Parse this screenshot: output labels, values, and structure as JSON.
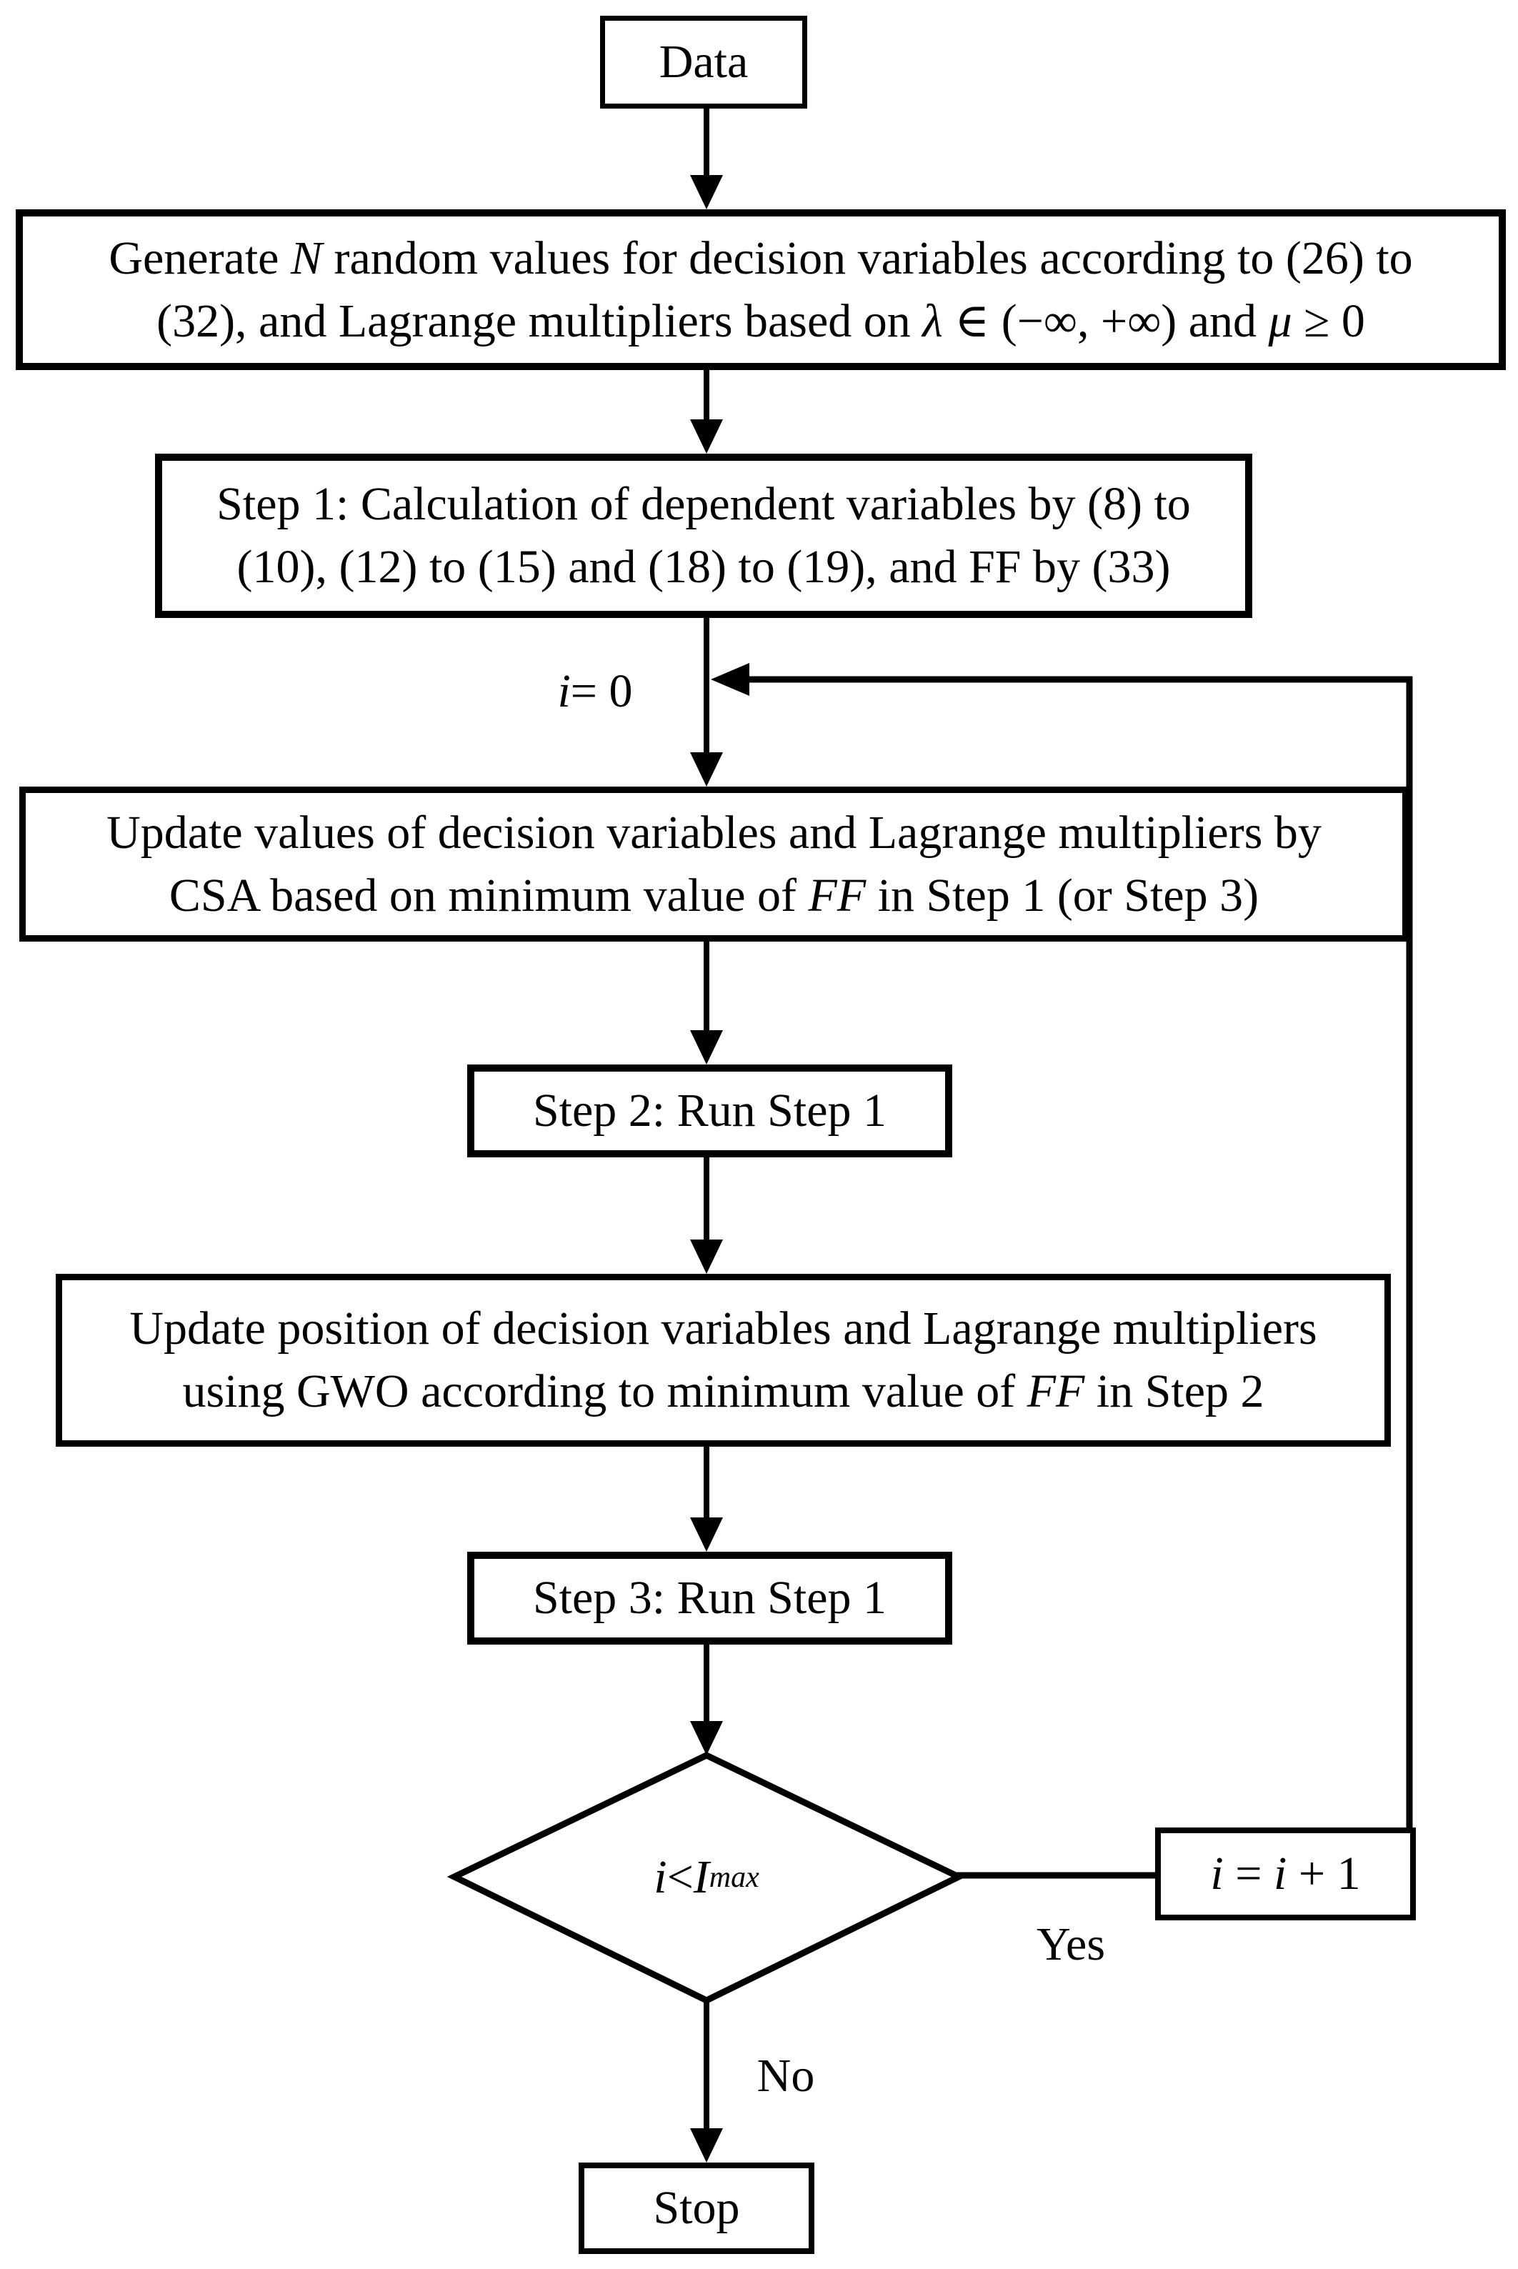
{
  "colors": {
    "ink": "#000000",
    "background": "#ffffff"
  },
  "nodes": {
    "data": {
      "label": "Data"
    },
    "generate": {
      "line1": [
        {
          "t": "Generate "
        },
        {
          "t": "N",
          "i": true
        },
        {
          "t": " random values for decision variables according to (26) to"
        }
      ],
      "line2": [
        {
          "t": "(32), and Lagrange multipliers based on "
        },
        {
          "t": "λ",
          "i": true
        },
        {
          "t": " ∈ (−∞, +∞) and "
        },
        {
          "t": "μ",
          "i": true
        },
        {
          "t": " ≥ 0"
        }
      ]
    },
    "step1": {
      "line1": "Step 1: Calculation of dependent variables by (8) to",
      "line2": "(10), (12) to (15) and (18) to (19), and FF by (33)"
    },
    "update_csa": {
      "line1": "Update values of decision variables and Lagrange multipliers by",
      "line2": [
        {
          "t": "CSA based on minimum value of "
        },
        {
          "t": "FF",
          "i": true
        },
        {
          "t": " in Step 1 (or Step 3)"
        }
      ]
    },
    "step2": {
      "label": "Step 2: Run Step 1"
    },
    "update_gwo": {
      "line1": "Update position of decision variables and Lagrange multipliers",
      "line2": [
        {
          "t": "using GWO according to minimum value of "
        },
        {
          "t": "FF",
          "i": true
        },
        {
          "t": " in Step 2"
        }
      ]
    },
    "step3": {
      "label": "Step 3: Run Step 1"
    },
    "decision": {
      "condition": [
        {
          "t": "i",
          "i": true
        },
        {
          "t": " < "
        },
        {
          "t": "I",
          "i": true
        },
        {
          "t": "max",
          "i": true,
          "sub": true
        }
      ]
    },
    "increment": {
      "label": [
        {
          "t": "i",
          "i": true
        },
        {
          "t": " = "
        },
        {
          "t": "i",
          "i": true
        },
        {
          "t": " + 1"
        }
      ]
    },
    "stop": {
      "label": "Stop"
    }
  },
  "edge_labels": {
    "init": [
      {
        "t": "i",
        "i": true
      },
      {
        "t": " = 0"
      }
    ],
    "yes": "Yes",
    "no": "No"
  }
}
